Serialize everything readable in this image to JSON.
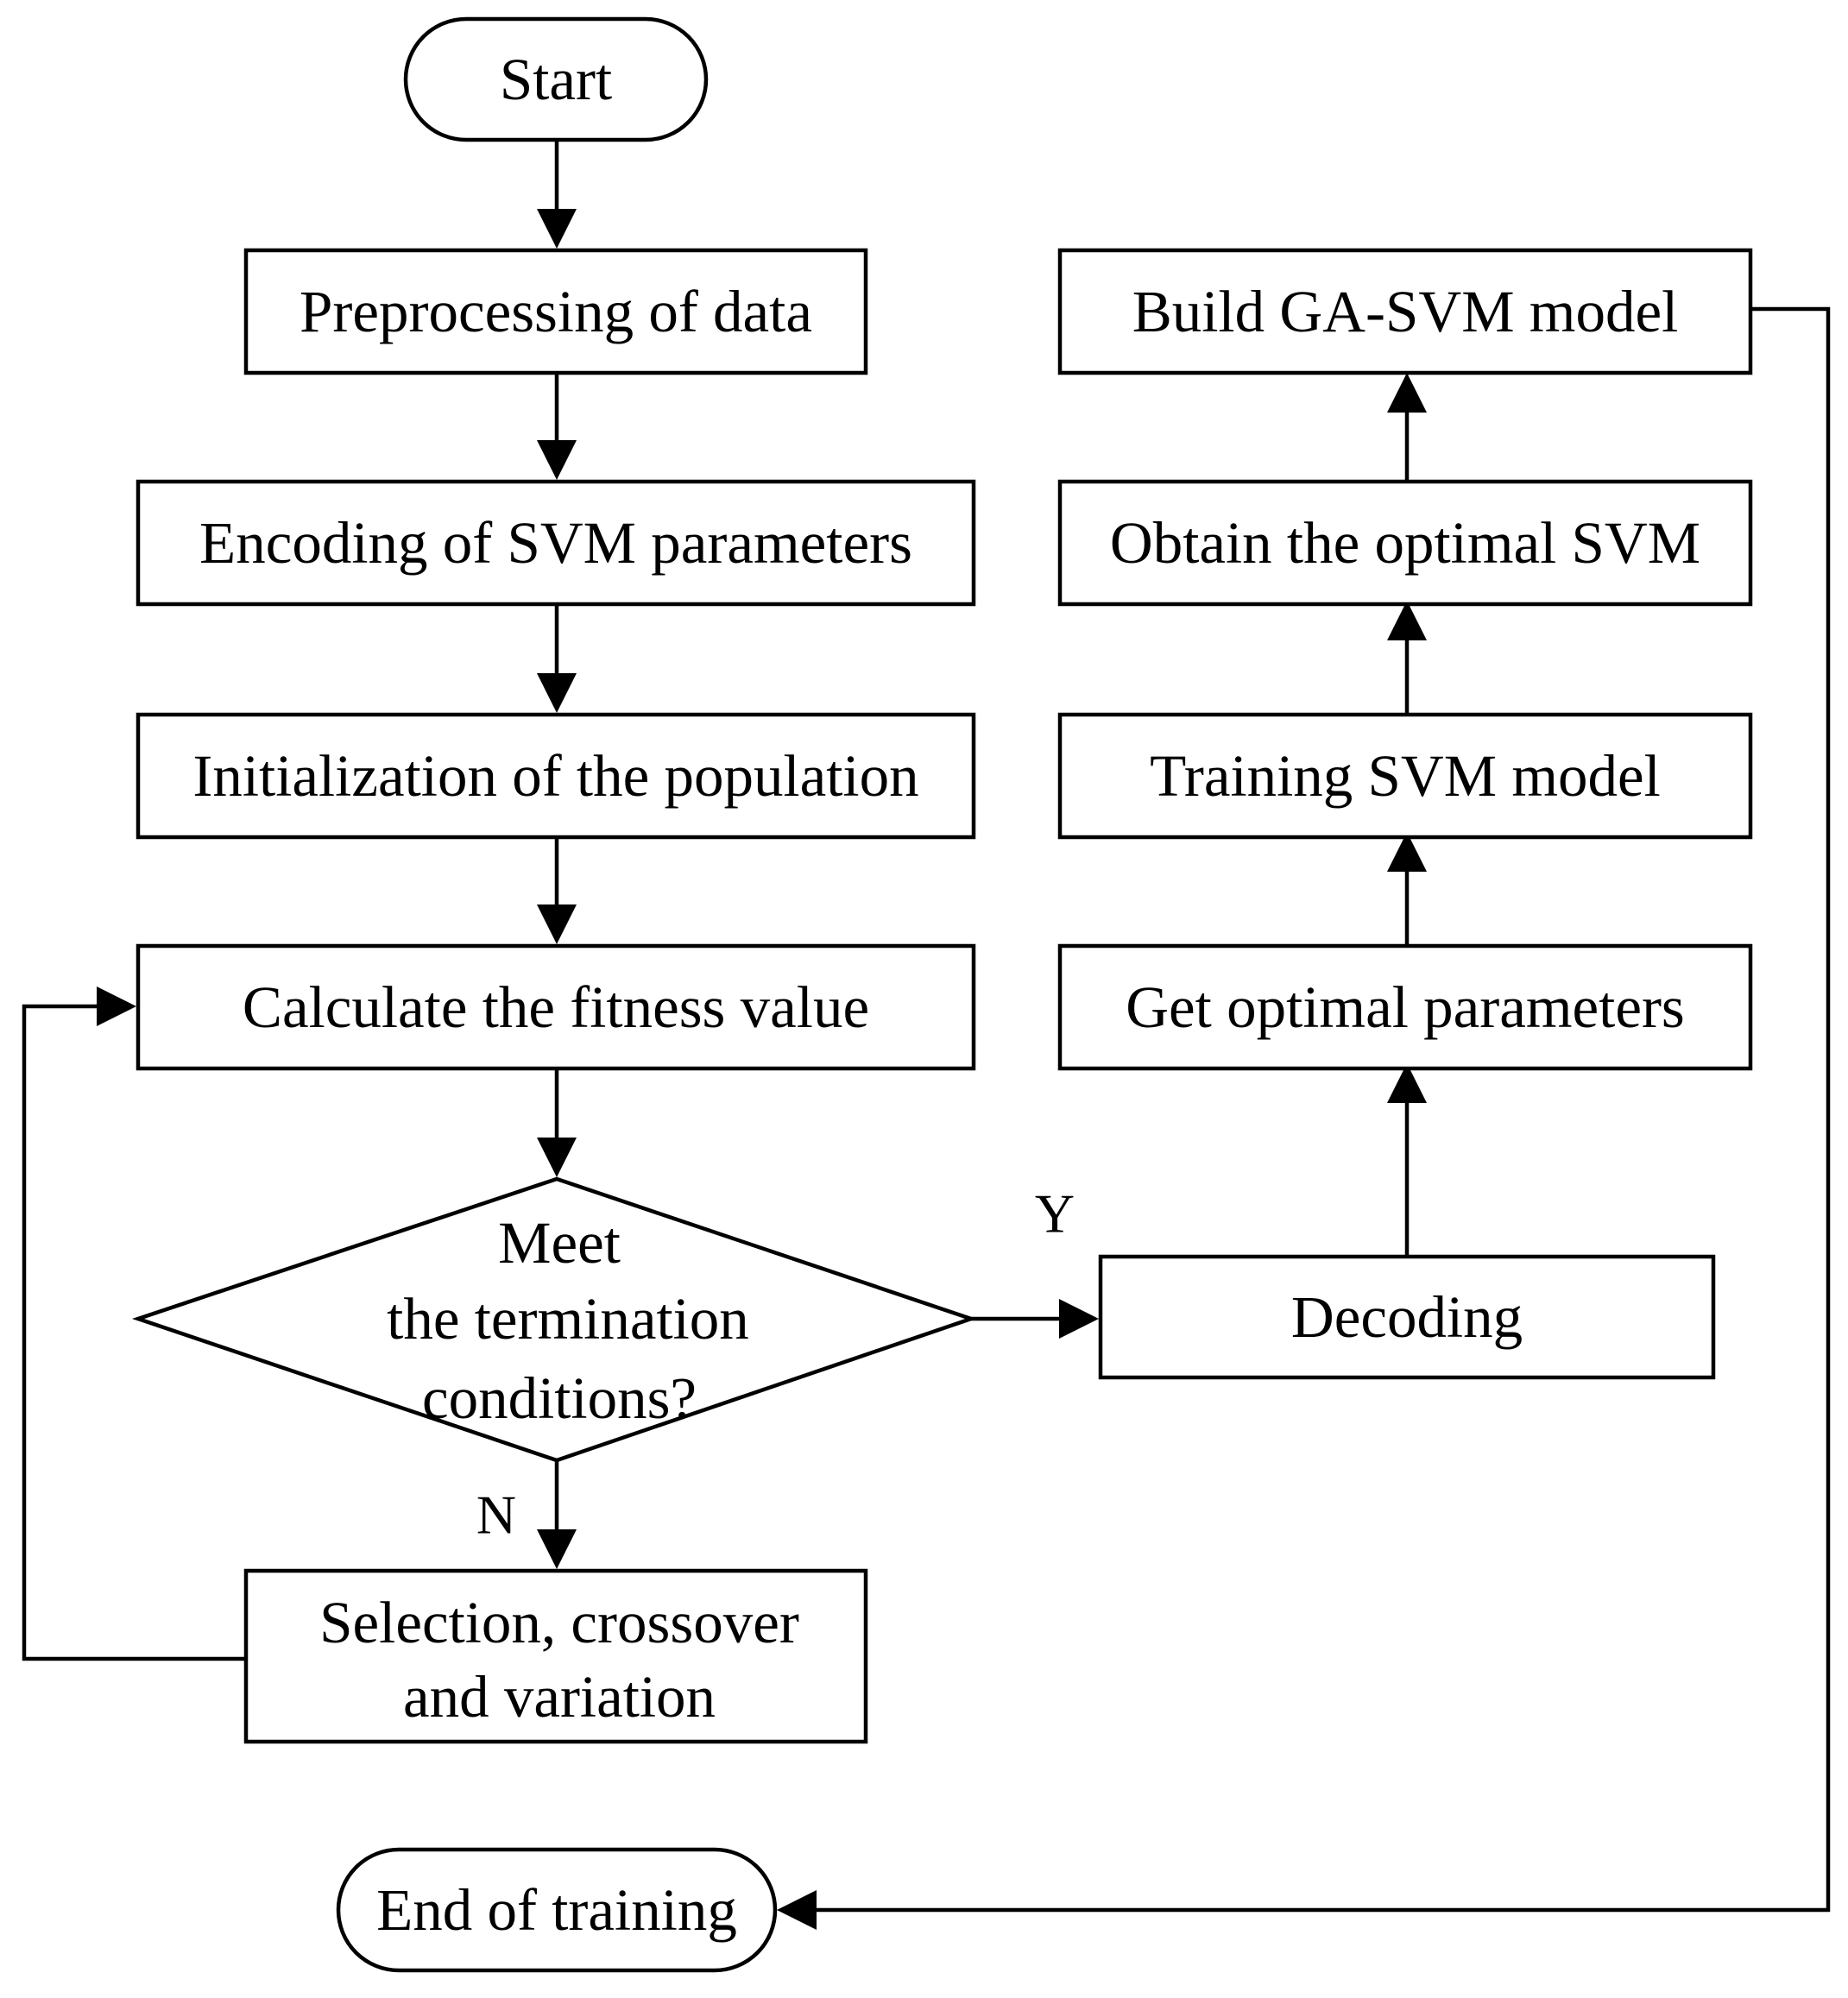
{
  "nodes": {
    "start": "Start",
    "preprocessing": "Preprocessing of data",
    "encoding": "Encoding of SVM parameters",
    "initialization": "Initialization of the population",
    "fitness": "Calculate the fitness value",
    "decision": [
      "Meet",
      "the termination",
      "conditions?"
    ],
    "selection": [
      "Selection, crossover",
      "and variation"
    ],
    "decoding": "Decoding",
    "get_params": "Get optimal parameters",
    "training": "Training SVM model",
    "obtain": "Obtain the optimal SVM",
    "build": "Build GA-SVM model",
    "end": "End of training"
  },
  "edge_labels": {
    "yes": "Y",
    "no": "N"
  }
}
